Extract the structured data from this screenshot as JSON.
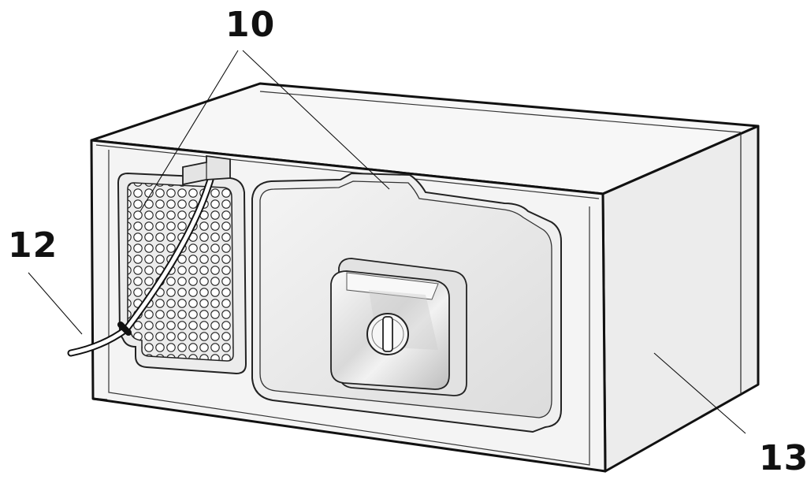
{
  "callouts": {
    "label_10": "10",
    "label_12": "12",
    "label_13": "13"
  },
  "colors": {
    "outline": "#111111",
    "panel_fill": "#f4f4f4",
    "side_fill": "#ececec",
    "top_fill": "#f7f7f7",
    "cover_fill": "#e9e9e9"
  }
}
